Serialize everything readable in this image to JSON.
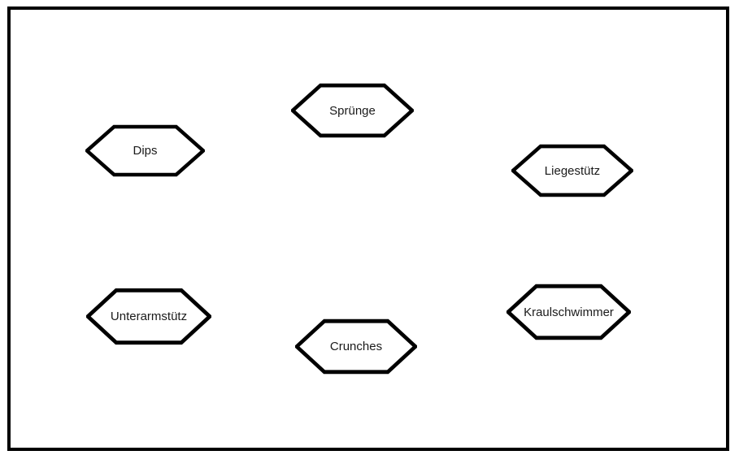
{
  "diagram": {
    "description": "Six hexagon shapes with exercise names on a white canvas inside a black frame",
    "colors": {
      "background": "#ffffff",
      "shape_fill": "#ffffff",
      "shape_stroke": "#000000",
      "frame_stroke": "#000000",
      "text": "#1a1a1a"
    },
    "nodes": [
      {
        "id": "spruenge",
        "label": "Sprünge"
      },
      {
        "id": "dips",
        "label": "Dips"
      },
      {
        "id": "liegestuetz",
        "label": "Liegestütz"
      },
      {
        "id": "unterarmstuetz",
        "label": "Unterarmstütz"
      },
      {
        "id": "crunches",
        "label": "Crunches"
      },
      {
        "id": "kraulschwimmer",
        "label": "Kraulschwimmer"
      }
    ]
  }
}
